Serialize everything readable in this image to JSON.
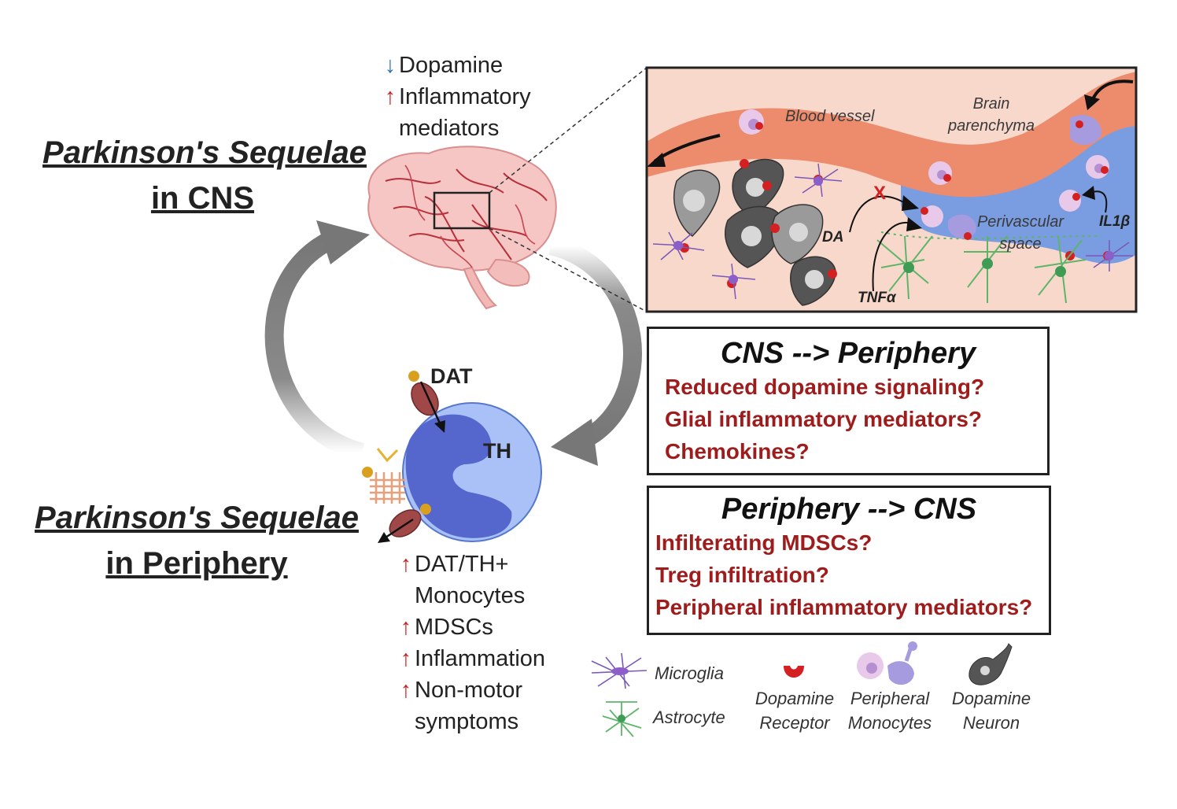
{
  "cns_title": [
    "Parkinson's Sequelae",
    "in CNS"
  ],
  "periphery_title": [
    "Parkinson's Sequelae",
    "in Periphery"
  ],
  "cns_changes": [
    {
      "direction": "down",
      "text": "Dopamine"
    },
    {
      "direction": "up",
      "text": "Inflammatory"
    },
    {
      "direction": "none",
      "text": "mediators"
    }
  ],
  "periphery_changes": [
    {
      "direction": "up",
      "text": "DAT/TH+"
    },
    {
      "direction": "none",
      "text": "Monocytes"
    },
    {
      "direction": "up",
      "text": "MDSCs"
    },
    {
      "direction": "up",
      "text": "Inflammation"
    },
    {
      "direction": "up",
      "text": "Non-motor"
    },
    {
      "direction": "none",
      "text": "symptoms"
    }
  ],
  "cell_labels": {
    "dat": "DAT",
    "th": "TH"
  },
  "panel": {
    "blood_vessel": "Blood vessel",
    "brain_parenchyma": [
      "Brain",
      "parenchyma"
    ],
    "perivascular_space": [
      "Perivascular",
      "space"
    ],
    "da": "DA",
    "tnfa": "TNFα",
    "il1b": "IL1β",
    "block_mark": "X"
  },
  "cns_to_periphery": {
    "heading": "CNS --> Periphery",
    "questions": [
      "Reduced dopamine signaling?",
      "Glial inflammatory mediators?",
      "Chemokines?"
    ]
  },
  "periphery_to_cns": {
    "heading": "Periphery --> CNS",
    "questions": [
      "Infilterating MDSCs?",
      "Treg infiltration?",
      "Peripheral inflammatory mediators?"
    ]
  },
  "legend": {
    "microglia": "Microglia",
    "astrocyte": "Astrocyte",
    "dopamine_receptor": [
      "Dopamine",
      "Receptor"
    ],
    "peripheral_monocytes": [
      "Peripheral",
      "Monocytes"
    ],
    "dopamine_neuron": [
      "Dopamine",
      "Neuron"
    ]
  },
  "colors": {
    "question_red": "#9e1c1c",
    "arrow_up": "#c62020",
    "arrow_down": "#2f6fb5",
    "blood_vessel": "#ec8c6c",
    "perivascular": "#7a9ce0",
    "panel_bg": "#f9d8cc",
    "cell_outer": "#a9c1f7",
    "cell_nucleus": "#5566cc"
  }
}
